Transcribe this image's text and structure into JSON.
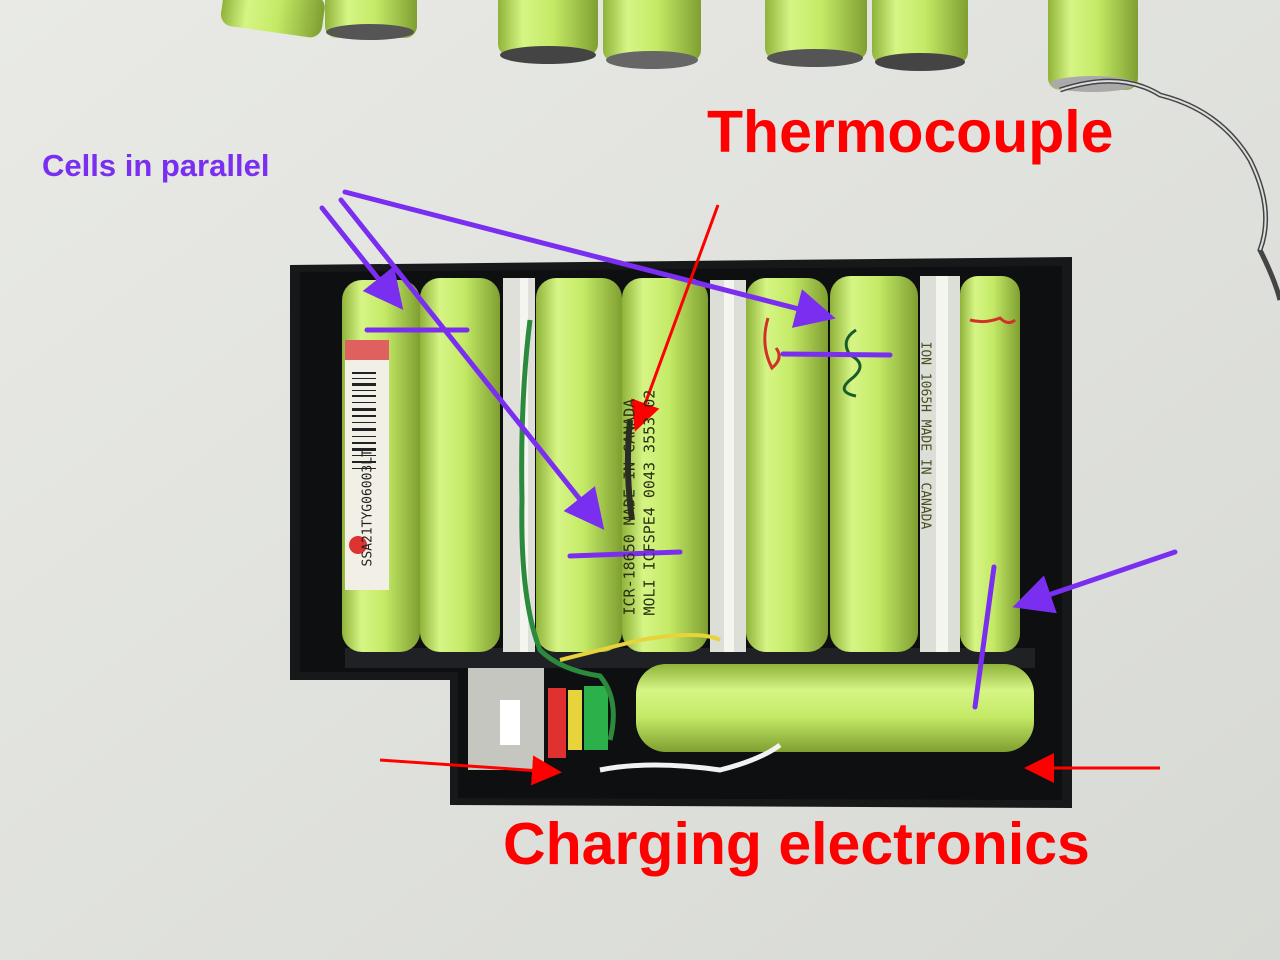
{
  "labels": {
    "cells_in_parallel": "Cells in parallel",
    "thermocouple": "Thermocouple",
    "charging_electronics": "Charging electronics"
  },
  "cell_printing": {
    "molicel_line1": "MOLI ICFSPE4 0043 3553 02",
    "molicel_line2": "ICR-18650 MADE IN CANADA",
    "barcode_sticker": "SSA21TYG06003LT",
    "right_cell": "ION 1065H MADE IN CANADA"
  },
  "colors": {
    "background": "#e4e5e1",
    "cell_green": "#c6ec6a",
    "tray_black": "#17181a",
    "annotation_red": "#ff0000",
    "annotation_purple": "#7a2ff0"
  }
}
